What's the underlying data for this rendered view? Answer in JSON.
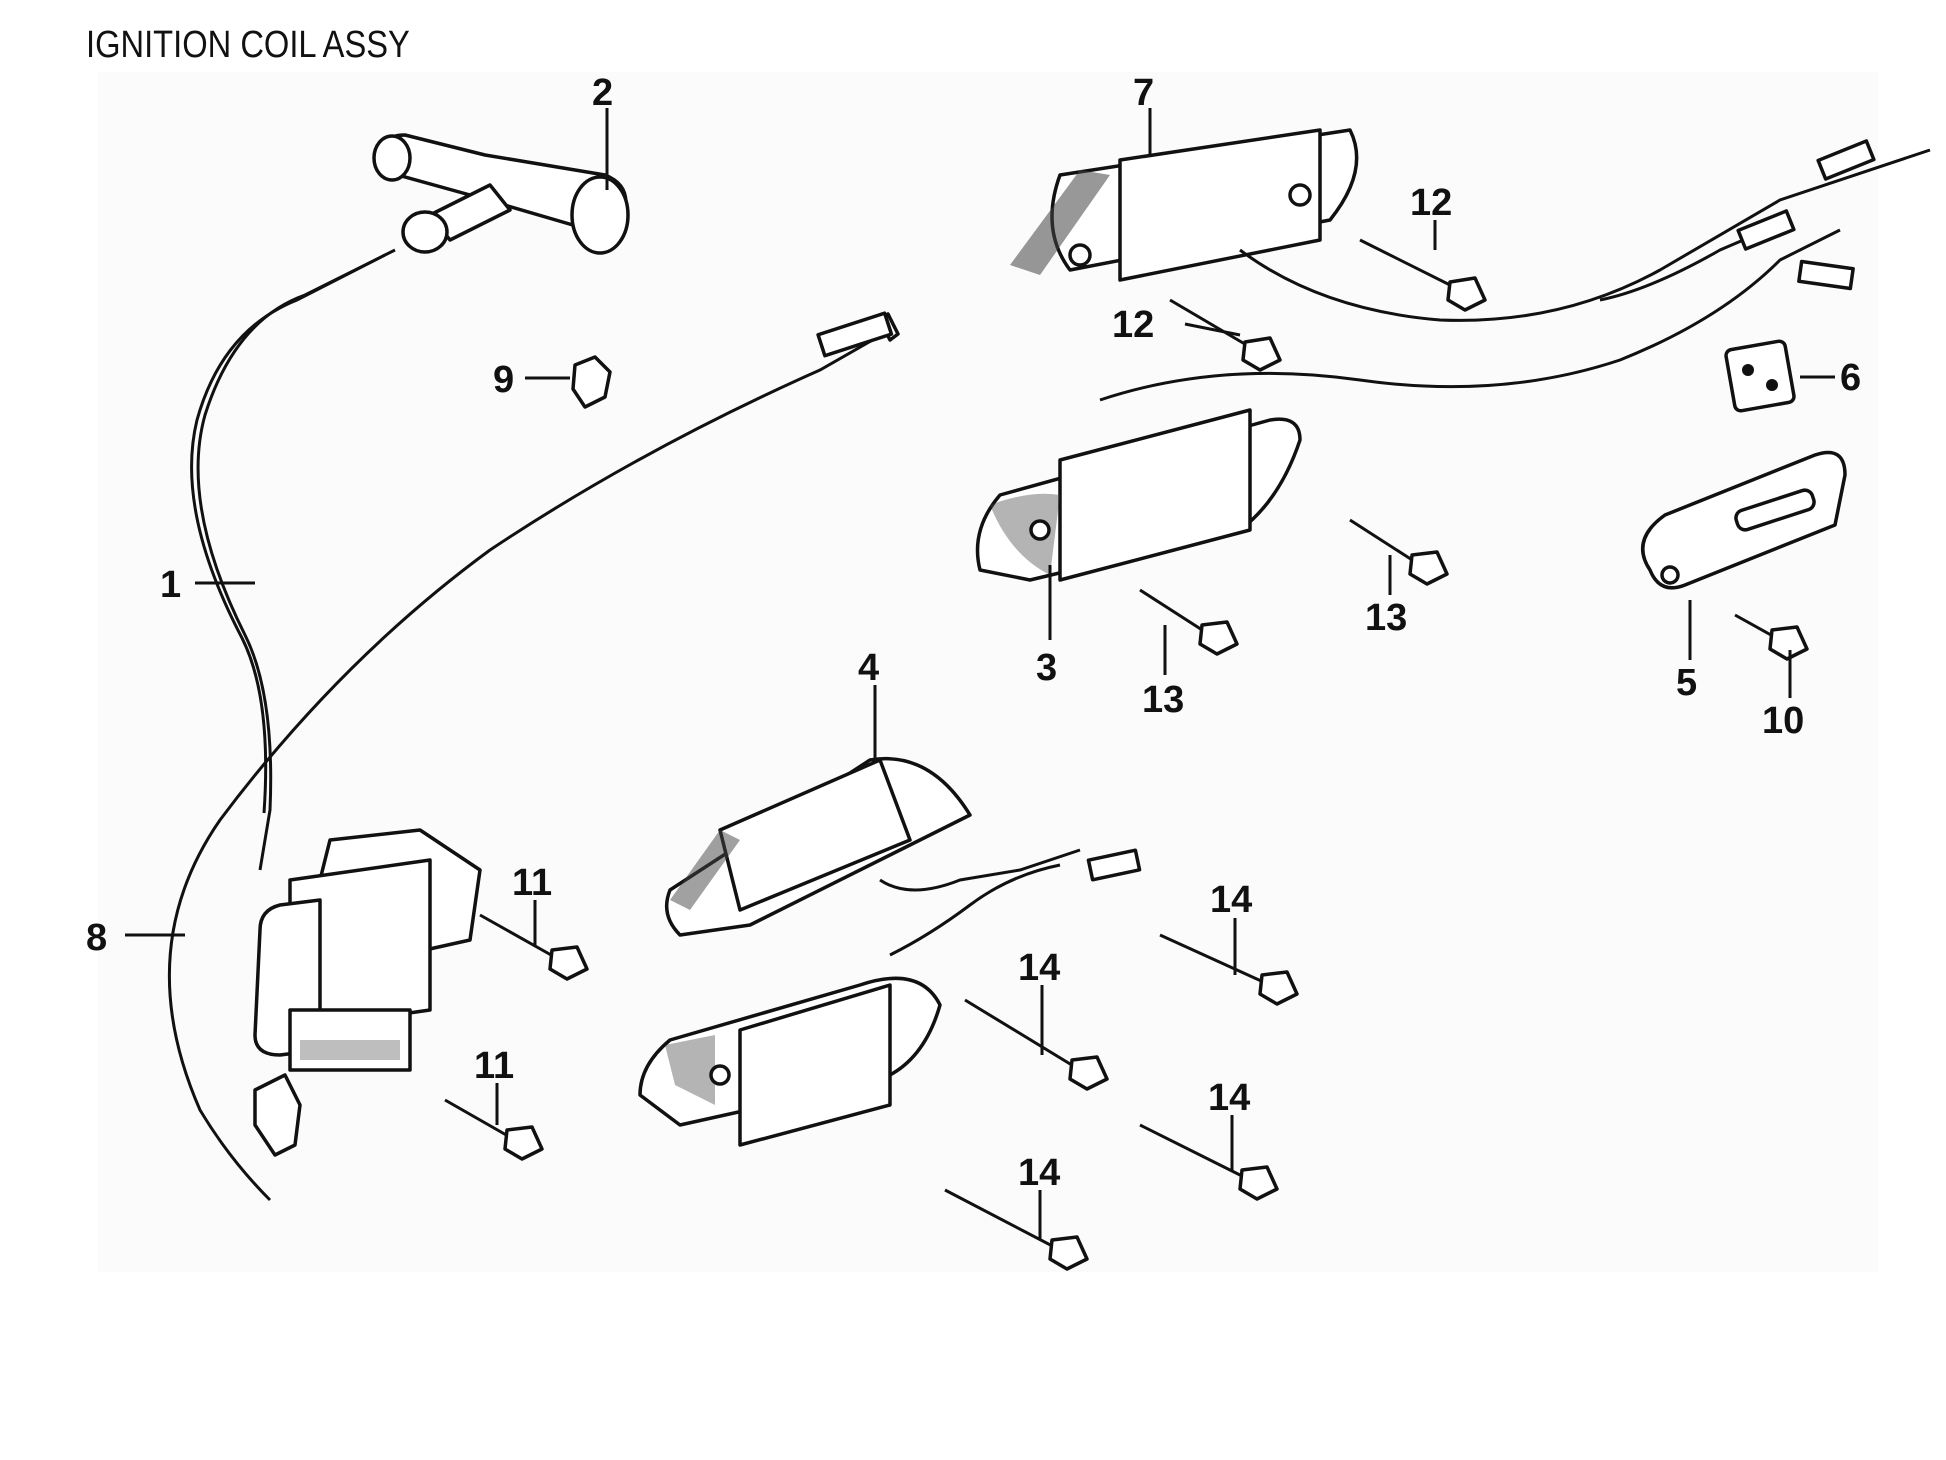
{
  "title": "IGNITION COIL ASSY",
  "callouts": {
    "c1": "1",
    "c2": "2",
    "c3": "3",
    "c4": "4",
    "c5": "5",
    "c6": "6",
    "c7": "7",
    "c8": "8",
    "c9": "9",
    "c10": "10",
    "c11a": "11",
    "c11b": "11",
    "c12a": "12",
    "c12b": "12",
    "c13a": "13",
    "c13b": "13",
    "c14a": "14",
    "c14b": "14",
    "c14c": "14",
    "c14d": "14"
  }
}
